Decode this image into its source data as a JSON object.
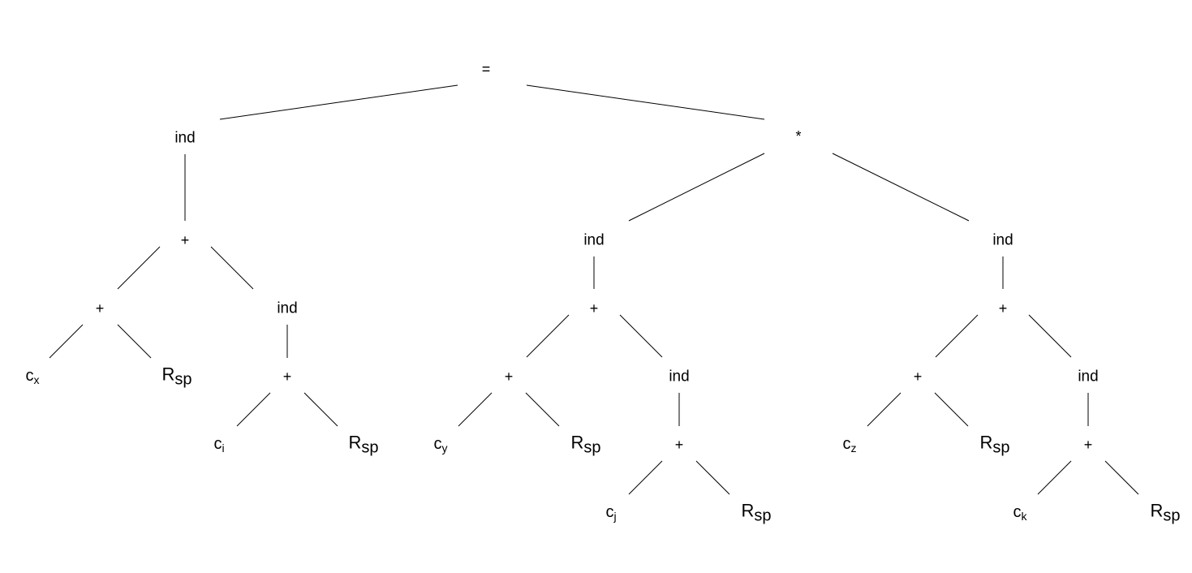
{
  "colors": {
    "line": "#000000",
    "text": "#000000",
    "background": "#ffffff"
  },
  "nodes": {
    "root": "=",
    "lhs_ind": "ind",
    "lhs_plus": "+",
    "lhs_inner_plus": "+",
    "lhs_cx": {
      "base": "c",
      "sub": "x"
    },
    "lhs_rsp1": {
      "base": "R",
      "sub": "sp"
    },
    "lhs_ind2": "ind",
    "lhs_plus2": "+",
    "lhs_ci": {
      "base": "c",
      "sub": "i"
    },
    "lhs_rsp2": {
      "base": "R",
      "sub": "sp"
    },
    "mul": "*",
    "m_ind": "ind",
    "m_plus": "+",
    "m_inner_plus": "+",
    "m_cy": {
      "base": "c",
      "sub": "y"
    },
    "m_rsp1": {
      "base": "R",
      "sub": "sp"
    },
    "m_ind2": "ind",
    "m_plus2": "+",
    "m_cj": {
      "base": "c",
      "sub": "j"
    },
    "m_rsp2": {
      "base": "R",
      "sub": "sp"
    },
    "r_ind": "ind",
    "r_plus": "+",
    "r_inner_plus": "+",
    "r_cz": {
      "base": "c",
      "sub": "z"
    },
    "r_rsp1": {
      "base": "R",
      "sub": "sp"
    },
    "r_ind2": "ind",
    "r_plus2": "+",
    "r_ck": {
      "base": "c",
      "sub": "k"
    },
    "r_rsp2": {
      "base": "R",
      "sub": "sp"
    }
  }
}
